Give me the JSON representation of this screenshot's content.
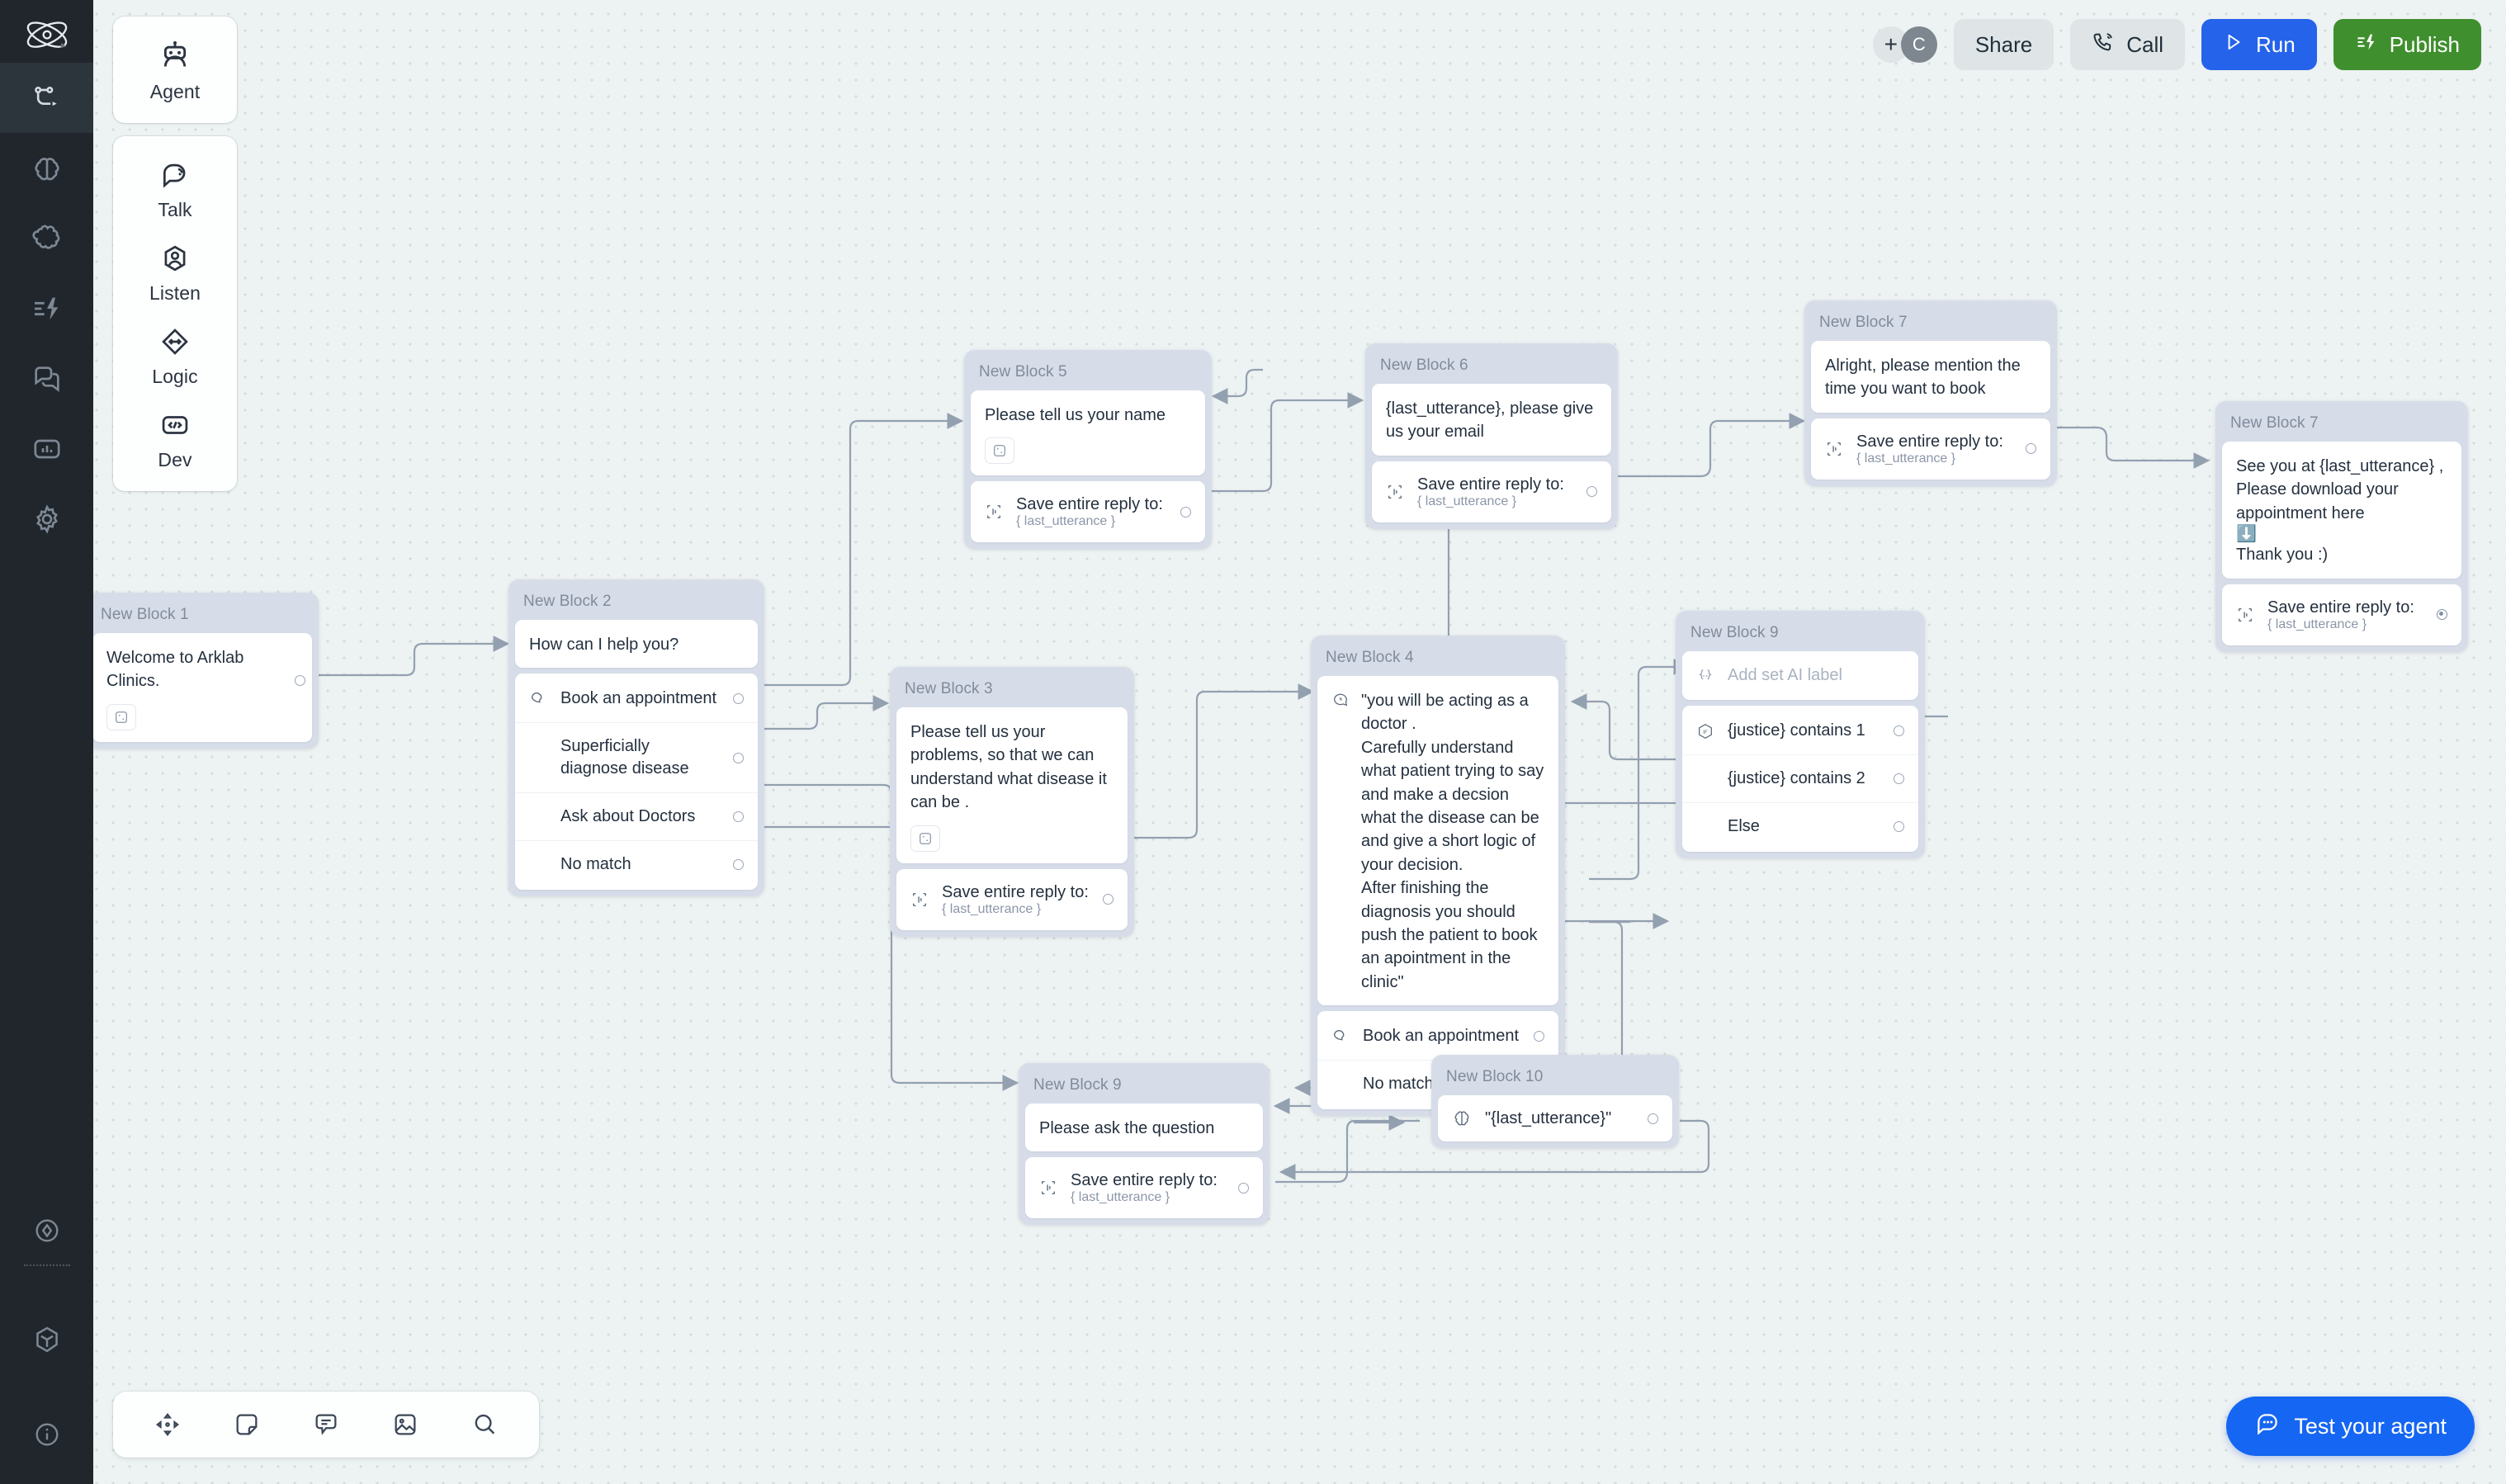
{
  "rail": {
    "logo": "arklab-logo",
    "items": [
      {
        "name": "flow",
        "icon": "flow-route-icon",
        "active": true
      },
      {
        "name": "brain",
        "icon": "brain-icon",
        "active": false
      },
      {
        "name": "puzzle",
        "icon": "puzzle-cloud-icon",
        "active": false
      },
      {
        "name": "actions",
        "icon": "lightning-lines-icon",
        "active": false
      },
      {
        "name": "conversations",
        "icon": "chat-bubbles-icon",
        "active": false
      },
      {
        "name": "analytics",
        "icon": "bar-chart-icon",
        "active": false
      },
      {
        "name": "settings",
        "icon": "gear-icon",
        "active": false
      }
    ],
    "bottom_items": [
      {
        "name": "target",
        "icon": "diamond-circle-icon"
      },
      {
        "name": "package",
        "icon": "cube-icon"
      },
      {
        "name": "info",
        "icon": "info-icon"
      }
    ]
  },
  "tools": {
    "groups": [
      {
        "items": [
          {
            "label": "Agent",
            "icon": "robot-icon"
          }
        ]
      },
      {
        "items": [
          {
            "label": "Talk",
            "icon": "speech-bubble-wifi-icon"
          },
          {
            "label": "Listen",
            "icon": "person-circle-icon"
          },
          {
            "label": "Logic",
            "icon": "diamond-arrows-icon"
          },
          {
            "label": "Dev",
            "icon": "code-brackets-icon"
          }
        ]
      }
    ]
  },
  "topbar": {
    "add_label": "+",
    "avatar_initial": "C",
    "share_label": "Share",
    "call_label": "Call",
    "run_label": "Run",
    "publish_label": "Publish",
    "colors": {
      "run": "#2563eb",
      "publish": "#3f8f2e"
    }
  },
  "bottombar": {
    "items": [
      {
        "name": "pan-tool",
        "icon": "move-arrows-icon"
      },
      {
        "name": "note-tool",
        "icon": "sticky-note-icon"
      },
      {
        "name": "comment-tool",
        "icon": "comment-icon"
      },
      {
        "name": "image-tool",
        "icon": "image-icon"
      },
      {
        "name": "search-tool",
        "icon": "search-icon"
      }
    ]
  },
  "test_agent": {
    "label": "Test your agent",
    "icon": "chat-dots-icon"
  },
  "blocks": {
    "b1": {
      "title": "New Block 1",
      "message": "Welcome to Arklab Clinics."
    },
    "b2": {
      "title": "New Block 2",
      "message": "How can I help you?",
      "options": [
        "Book an appointment",
        "Superficially diagnose disease",
        "Ask about Doctors",
        "No match"
      ]
    },
    "b3": {
      "title": "New Block 3",
      "message": "Please tell us your problems, so that we can understand what disease it can be .",
      "save_label": "Save entire reply to:",
      "save_var": "{ last_utterance }"
    },
    "b4": {
      "title": "New Block 4",
      "message": "\"you will be acting as a doctor .\nCarefully understand what patient trying to say and make a decsion what the disease can be and give a short logic of your decision.\nAfter finishing the diagnosis you should push the patient to book an apointment in the clinic\"",
      "options": [
        "Book an appointment",
        "No match"
      ]
    },
    "b5": {
      "title": "New Block 5",
      "message": "Please tell us your name",
      "save_label": "Save entire reply to:",
      "save_var": "{ last_utterance }"
    },
    "b6": {
      "title": "New Block 6",
      "message": "{last_utterance}, please give us your email",
      "save_label": "Save entire reply to:",
      "save_var": "{ last_utterance }"
    },
    "b7a": {
      "title": "New Block 7",
      "message": "Alright, please mention the time you want to book",
      "save_label": "Save entire reply to:",
      "save_var": "{ last_utterance }"
    },
    "b7b": {
      "title": "New Block 7",
      "message_1": "See you at  {last_utterance} , Please download your appointment here",
      "message_emoji": "⬇️",
      "message_2": "Thank you :)",
      "save_label": "Save entire reply to:",
      "save_var": "{ last_utterance }"
    },
    "b9logic": {
      "title": "New Block 9",
      "ai_label_placeholder": "Add set AI label",
      "conditions": [
        "{justice} contains 1",
        "{justice} contains 2",
        "Else"
      ]
    },
    "b9q": {
      "title": "New Block 9",
      "message": "Please ask the question",
      "save_label": "Save entire reply to:",
      "save_var": "{ last_utterance }"
    },
    "b10": {
      "title": "New Block 10",
      "message": "\"{last_utterance}\""
    }
  }
}
